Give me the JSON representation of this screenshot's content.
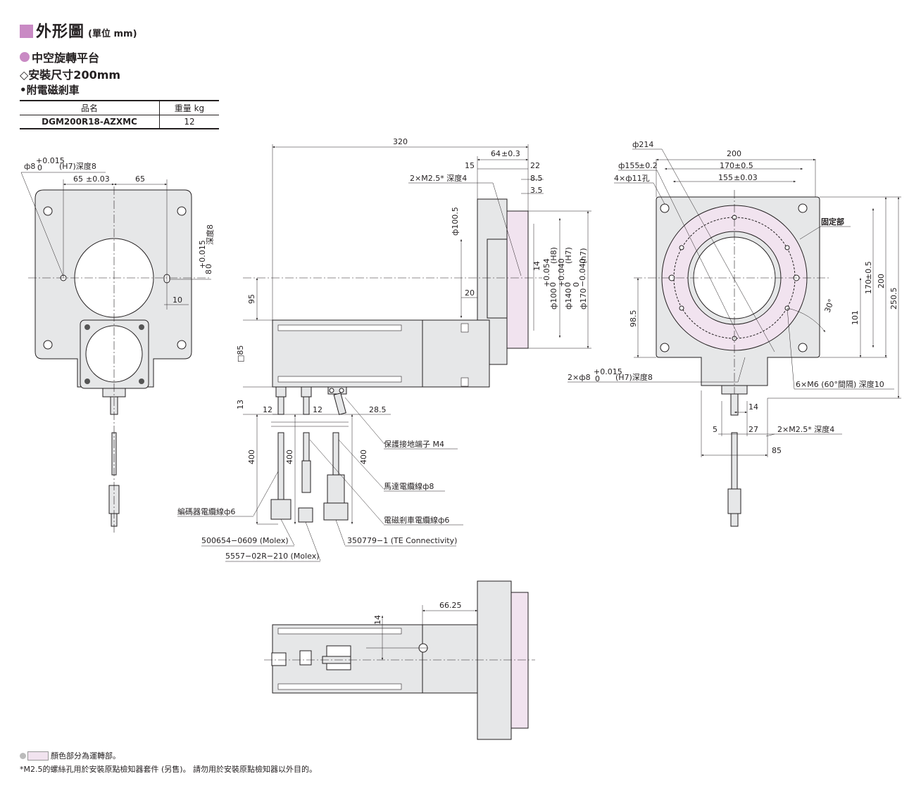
{
  "header": {
    "title": "外形圖",
    "unit": "(單位 mm)"
  },
  "product": {
    "category": "中空旋轉平台",
    "mounting": "◇安裝尺寸200mm",
    "option": "•附電磁剎車"
  },
  "spec_table": {
    "col_name": "品名",
    "col_weight": "重量 kg",
    "rows": [
      {
        "name": "DGM200R18-AZXMC",
        "weight": "12"
      }
    ]
  },
  "labels": {
    "left_hole": "ф8",
    "left_hole_tol_up": "+0.015",
    "left_hole_tol_lo": "0",
    "left_hole_suffix": "(H7)深度8",
    "d65_tol": "65",
    "d65_tol_sfx": "±0.03",
    "d65": "65",
    "d10": "10",
    "right_hole": "8",
    "right_hole_tol_up": "+0.015",
    "right_hole_tol_lo": "0",
    "right_hole_suffix": "深度8",
    "d320": "320",
    "d64": "64",
    "d64_sfx": "±0.3",
    "d15": "15",
    "d22": "22",
    "d8_5": "8.5",
    "d3_5": "3.5",
    "m25_depth4": "2×M2.5* 深度4",
    "d100_5": "ф100.5",
    "d20": "20",
    "d14v": "14",
    "d100h8": "ф100",
    "d100h8_tu": "+0.054",
    "d100h8_tl": "0",
    "d100h8_fit": "(H8)",
    "d140h7": "ф140",
    "d140h7_tu": "+0.040",
    "d140h7_tl": "0",
    "d140h7_fit": "(H7)",
    "d170h7": "ф170",
    "d170h7_tu": "0",
    "d170h7_tl": "−0.040",
    "d170h7_fit": "(h7)",
    "d95": "95",
    "sq85": "□85",
    "d13": "13",
    "d12a": "12",
    "d12b": "12",
    "d28_5": "28.5",
    "d400a": "400",
    "d400b": "400",
    "d400c": "400",
    "ground": "保護接地端子 M4",
    "motor_cable": "馬達電纜線ф8",
    "encoder_cable": "編碼器電纜線ф6",
    "brake_cable": "電磁剎車電纜線ф6",
    "conn1": "500654−0609 (Molex)",
    "conn2": "5557−02R−210 (Molex)",
    "conn3": "350779−1 (TE Connectivity)",
    "d214": "ф214",
    "d200": "200",
    "d155_02": "ф155",
    "d155_02_sfx": "±0.2",
    "d170_05": "170",
    "d170_05_sfx": "±0.5",
    "holes_11": "4×ф11孔",
    "d155_03": "155",
    "d155_03_sfx": "±0.03",
    "fixed": "固定部",
    "v170": "170",
    "v170_sfx": "±0.5",
    "v200": "200",
    "v250_5": "250.5",
    "v101": "101",
    "v98_5": "98.5",
    "a30": "30°",
    "bot_hole": "2×ф8",
    "bot_hole_tu": "+0.015",
    "bot_hole_tl": "0",
    "bot_hole_sfx": "(H7)深度8",
    "m6": "6×M6 (60°間隔) 深度10",
    "d14r": "14",
    "d5": "5",
    "d27": "27",
    "m25r": "2×M2.5* 深度4",
    "d85": "85",
    "d66_25": "66.25",
    "d14b": "14"
  },
  "notes": {
    "note1": "顏色部分為運轉部。",
    "note2": "*M2.5的螺絲孔用於安裝原點檢知器套件 (另售)。 請勿用於安裝原點檢知器以外目的。"
  },
  "colors": {
    "accent": "#c98ac4",
    "body": "#e6e7e8",
    "rotating": "#f1e3ef",
    "line": "#231f20"
  }
}
